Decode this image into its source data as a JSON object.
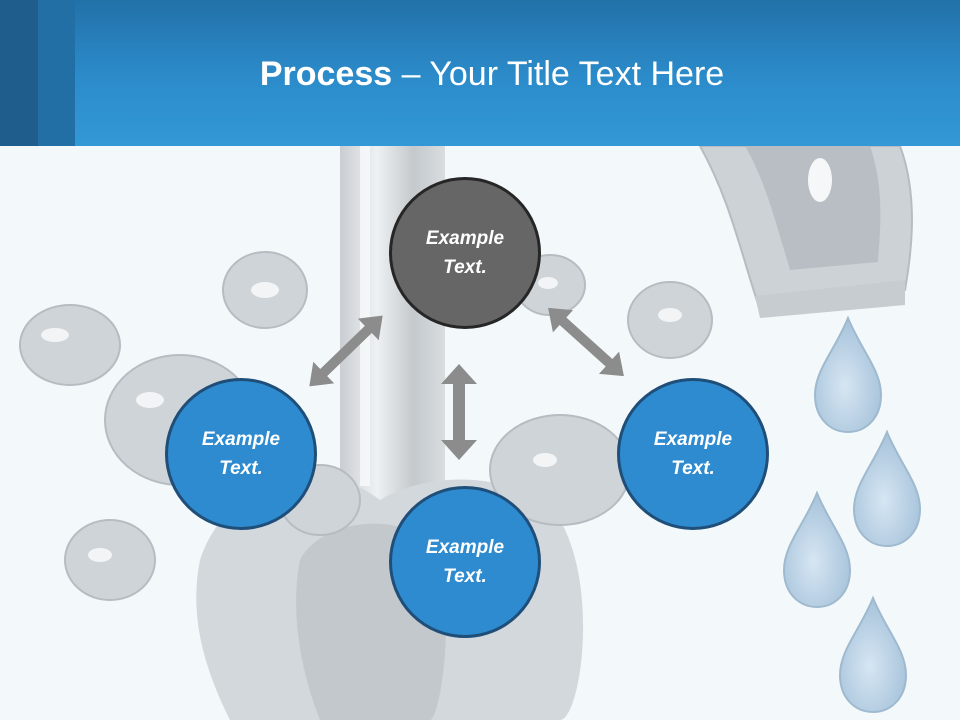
{
  "slide": {
    "title_bold": "Process",
    "title_rest": " – Your Title Text Here"
  },
  "nodes": {
    "top": "Example Text.",
    "left": "Example Text.",
    "right": "Example Text.",
    "bottom": "Example Text."
  },
  "colors": {
    "header": "#2c8ccb",
    "node_fill": "#2e8bcf",
    "node_center_fill": "#666666",
    "arrow": "#8c8c8c"
  }
}
